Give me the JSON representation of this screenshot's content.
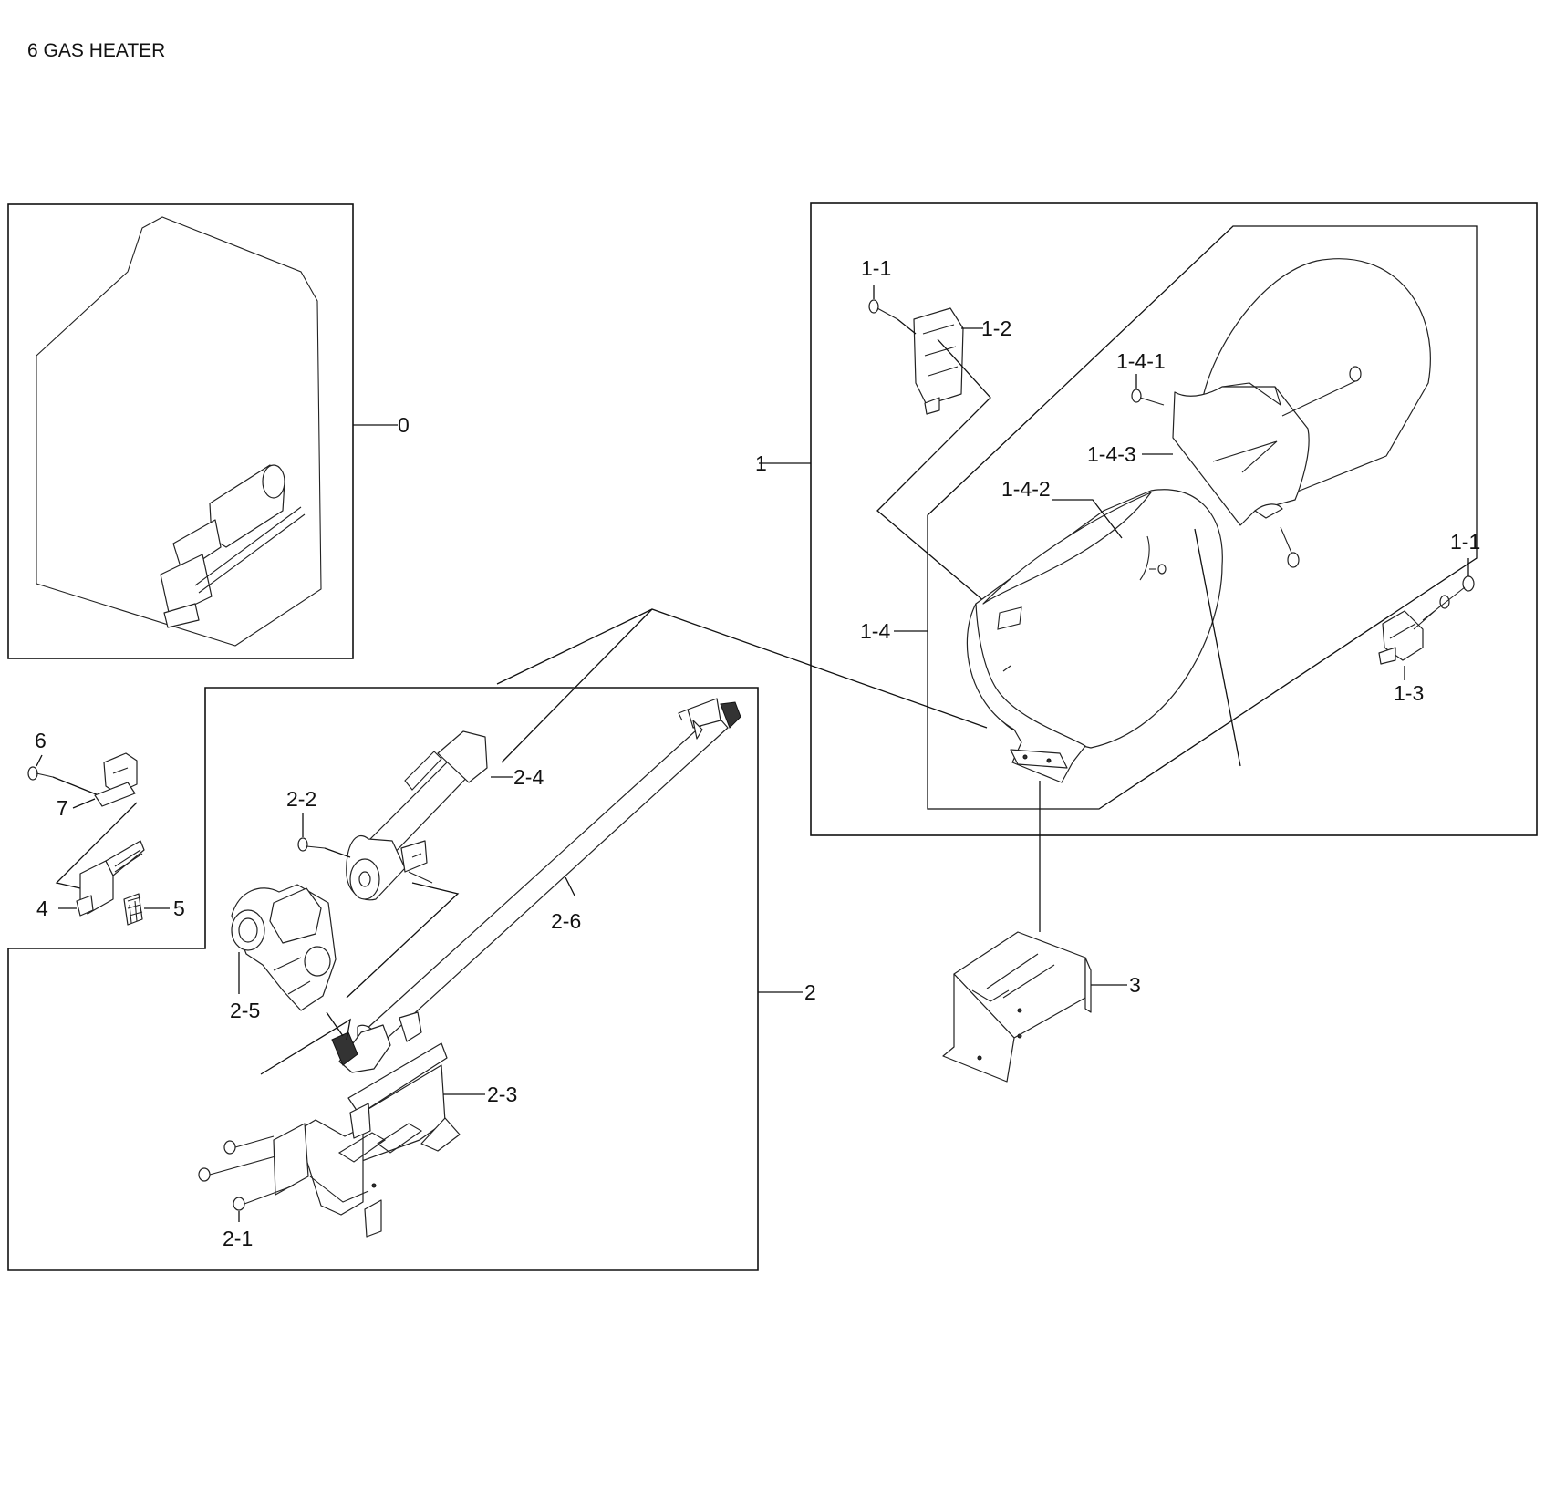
{
  "title": "6 GAS HEATER",
  "callouts": {
    "c0": "0",
    "c1": "1",
    "c1_1a": "1-1",
    "c1_1b": "1-1",
    "c1_2": "1-2",
    "c1_3": "1-3",
    "c1_4": "1-4",
    "c1_4_1": "1-4-1",
    "c1_4_2": "1-4-2",
    "c1_4_3": "1-4-3",
    "c2": "2",
    "c2_1": "2-1",
    "c2_2": "2-2",
    "c2_3": "2-3",
    "c2_4": "2-4",
    "c2_5": "2-5",
    "c2_6": "2-6",
    "c3": "3",
    "c4": "4",
    "c5": "5",
    "c6": "6",
    "c7": "7"
  }
}
